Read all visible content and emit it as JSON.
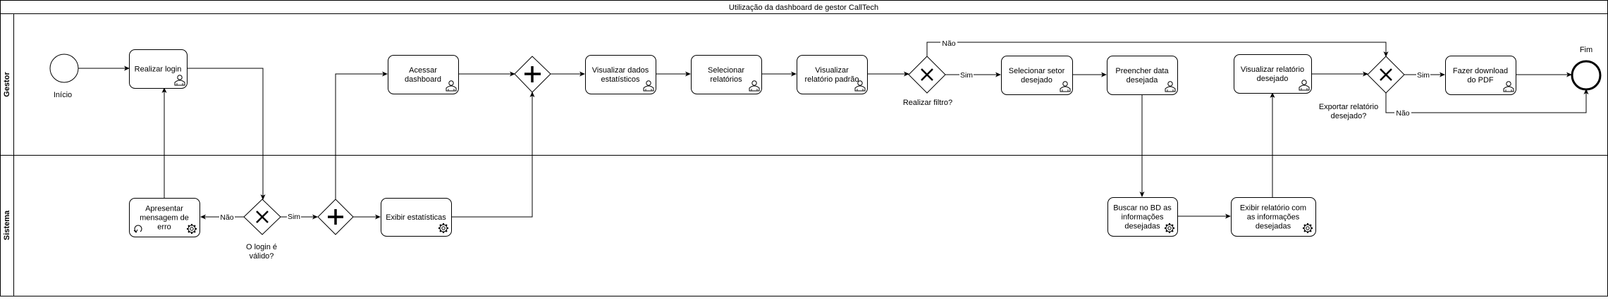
{
  "pool": {
    "title": "Utilização da dashboard de gestor CallTech"
  },
  "lanes": {
    "gestor": "Gestor",
    "sistema": "Sistema"
  },
  "events": {
    "start": "Início",
    "end": "Fim"
  },
  "tasks": {
    "realizar_login": [
      "Realizar login"
    ],
    "acessar_dashboard": [
      "Acessar",
      "dashboard"
    ],
    "visualizar_dados": [
      "Visualizar dados",
      "estatísticos"
    ],
    "selecionar_relatorios": [
      "Selecionar",
      "relatórios"
    ],
    "visualizar_padrao": [
      "Visualizar",
      "relatório padrão"
    ],
    "selecionar_setor": [
      "Selecionar setor",
      "desejado"
    ],
    "preencher_data": [
      "Preencher data",
      "desejada"
    ],
    "visualizar_desejado": [
      "Visualizar relatório",
      "desejado"
    ],
    "fazer_download": [
      "Fazer download",
      "do PDF"
    ],
    "apresentar_erro": [
      "Apresentar",
      "mensagem de",
      "erro"
    ],
    "exibir_estatisticas": [
      "Exibir estatísticas"
    ],
    "buscar_bd": [
      "Buscar no BD as",
      "informações",
      "desejadas"
    ],
    "exibir_relatorio": [
      "Exibir relatório com",
      "as informações",
      "desejadas"
    ]
  },
  "gateways": {
    "login_valido": [
      "O login é",
      "válido?"
    ],
    "realizar_filtro": [
      "Realizar filtro?"
    ],
    "exportar": [
      "Exportar relatório",
      "desejado?"
    ]
  },
  "flow_labels": {
    "nao": "Não",
    "sim": "Sim"
  }
}
